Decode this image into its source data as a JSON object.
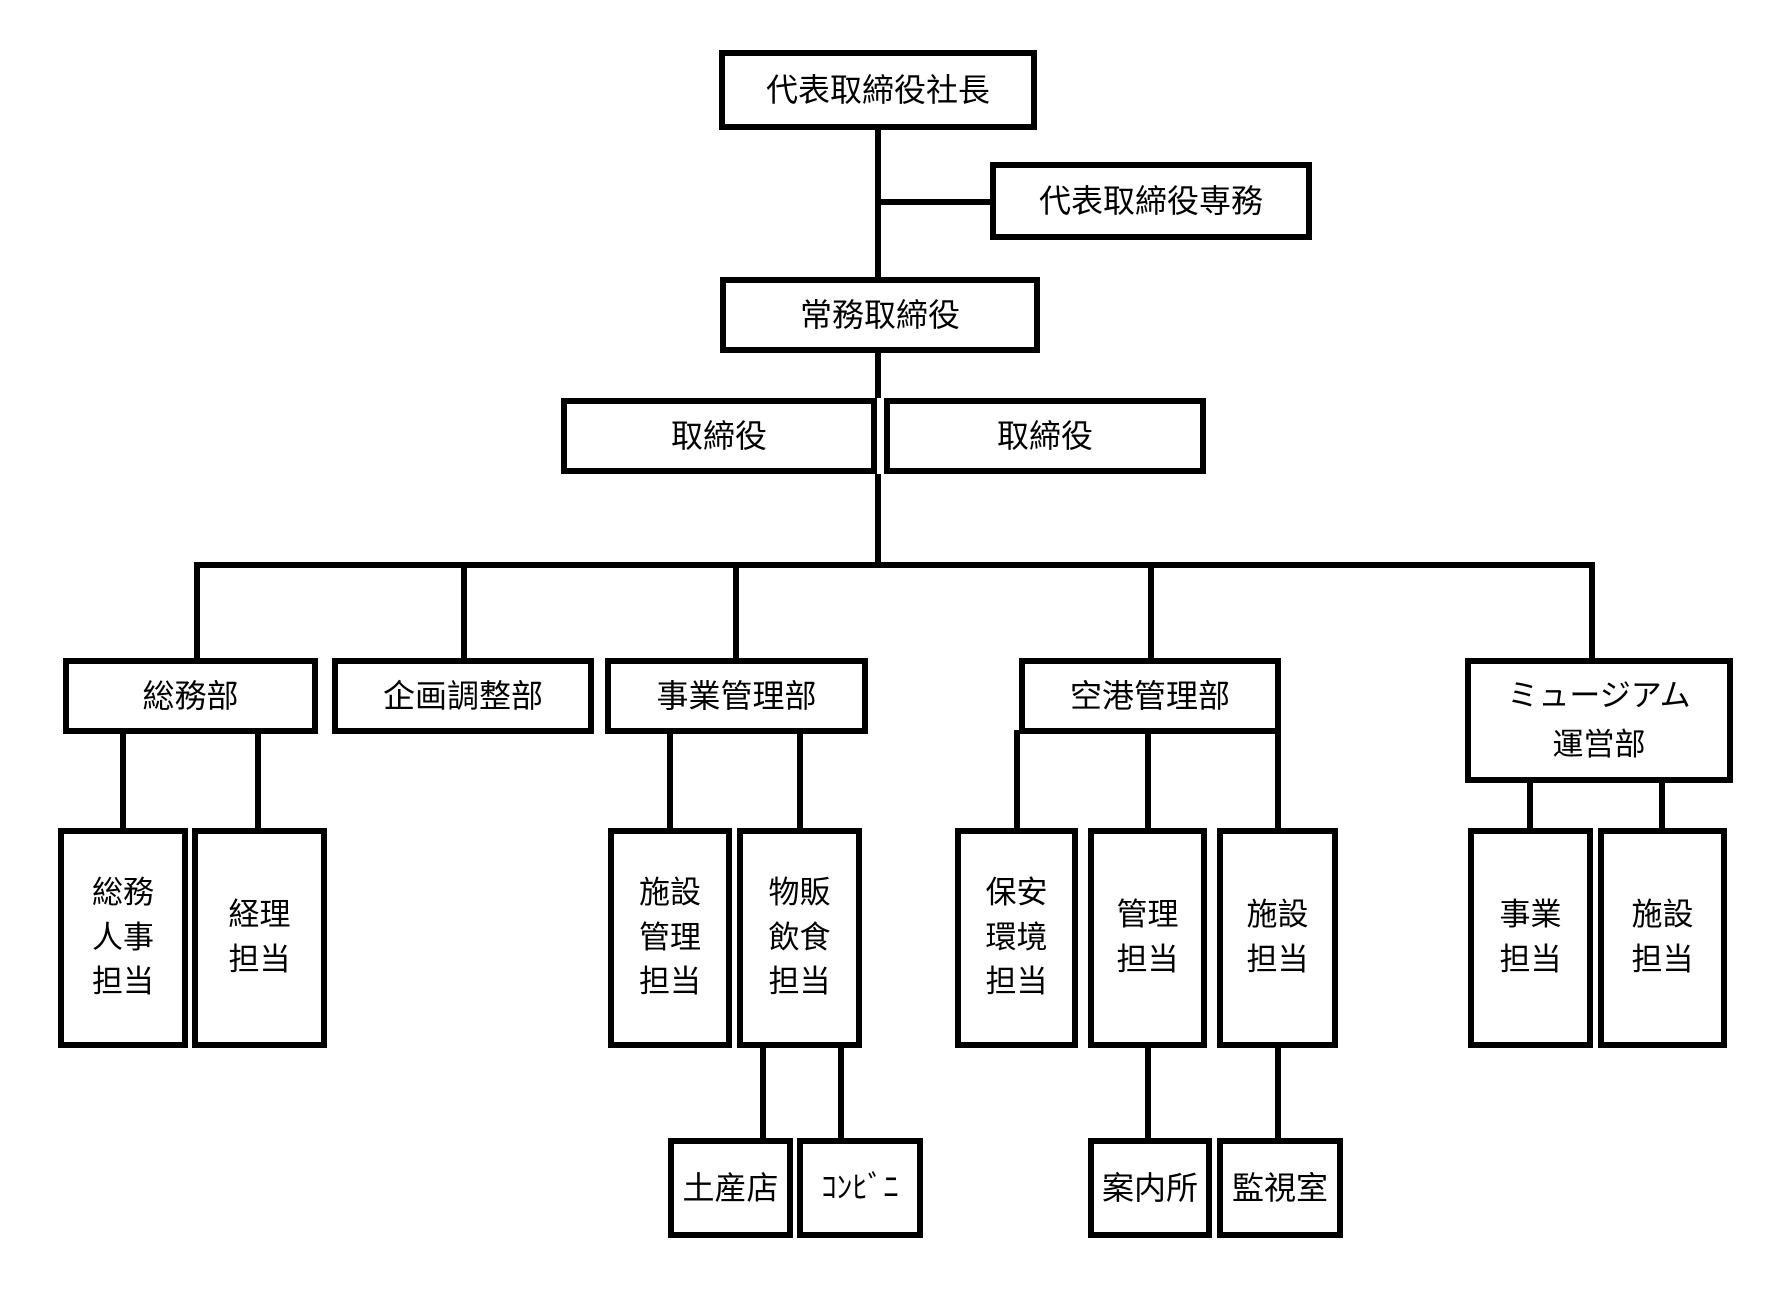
{
  "org": {
    "president": "代表取締役社長",
    "senior_managing_director": "代表取締役専務",
    "managing_director": "常務取締役",
    "director_left": "取締役",
    "director_right": "取締役",
    "dept_general_affairs": "総務部",
    "dept_planning_coordination": "企画調整部",
    "dept_business_management": "事業管理部",
    "dept_airport_management": "空港管理部",
    "dept_museum_operations": "ミュージアム\n運営部",
    "sec_general_affairs_hr": "総務\n人事\n担当",
    "sec_accounting": "経理\n担当",
    "sec_facility_management": "施設\n管理\n担当",
    "sec_retail_food": "物販\n飲食\n担当",
    "sec_security_environment": "保安\n環境\n担当",
    "sec_admin": "管理\n担当",
    "sec_airport_facility": "施設\n担当",
    "sec_museum_business": "事業\n担当",
    "sec_museum_facility": "施設\n担当",
    "unit_souvenir_shop": "土産店",
    "unit_convenience_store": "ｺﾝﾋﾞﾆ",
    "unit_information_center": "案内所",
    "unit_monitoring_room": "監視室"
  },
  "edges": [
    {
      "from": "代表取締役社長",
      "to": "代表取締役専務"
    },
    {
      "from": "代表取締役社長",
      "to": "常務取締役"
    },
    {
      "from": "常務取締役",
      "to": "取締役"
    },
    {
      "from": "取締役",
      "to": "総務部"
    },
    {
      "from": "取締役",
      "to": "企画調整部"
    },
    {
      "from": "取締役",
      "to": "事業管理部"
    },
    {
      "from": "取締役",
      "to": "空港管理部"
    },
    {
      "from": "取締役",
      "to": "ミュージアム運営部"
    },
    {
      "from": "総務部",
      "to": "総務人事担当"
    },
    {
      "from": "総務部",
      "to": "経理担当"
    },
    {
      "from": "事業管理部",
      "to": "施設管理担当"
    },
    {
      "from": "事業管理部",
      "to": "物販飲食担当"
    },
    {
      "from": "空港管理部",
      "to": "保安環境担当"
    },
    {
      "from": "空港管理部",
      "to": "管理担当"
    },
    {
      "from": "空港管理部",
      "to": "施設担当"
    },
    {
      "from": "ミュージアム運営部",
      "to": "事業担当"
    },
    {
      "from": "ミュージアム運営部",
      "to": "施設担当"
    },
    {
      "from": "物販飲食担当",
      "to": "土産店"
    },
    {
      "from": "物販飲食担当",
      "to": "ｺﾝﾋﾞﾆ"
    },
    {
      "from": "管理担当",
      "to": "案内所"
    },
    {
      "from": "施設担当",
      "to": "監視室"
    }
  ],
  "colors": {
    "line": "#000000",
    "box_border": "#000000",
    "box_background": "#ffffff",
    "text": "#000000"
  }
}
